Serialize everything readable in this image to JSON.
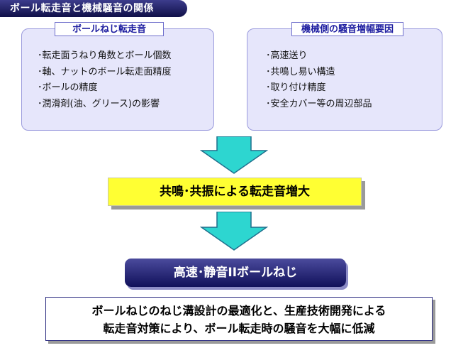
{
  "title": "ボール転走音と機械騒音の関係",
  "left_panel": {
    "label": "ボールねじ転走音",
    "items": [
      "･転走面うねり角数とボール個数",
      "･軸、ナットのボール転走面精度",
      "･ボールの精度",
      "･潤滑剤(油、グリース)の影響"
    ]
  },
  "right_panel": {
    "label": "機械側の騒音増幅要因",
    "items": [
      "･高速送り",
      "･共鳴し易い構造",
      "･取り付け精度",
      "･安全カバー等の周辺部品"
    ]
  },
  "banner": "共鳴･共振による転走音増大",
  "product": "高速･静音IIボールねじ",
  "summary": [
    "ボールねじのねじ溝設計の最適化と、生産技術開発による",
    "転走音対策により、ボール転走時の騒音を大幅に低減"
  ],
  "colors": {
    "navy": "#1c1c6e",
    "panel_fill": "#e6e6fb",
    "arrow": "#2dd6d0",
    "banner": "#ffff33"
  }
}
